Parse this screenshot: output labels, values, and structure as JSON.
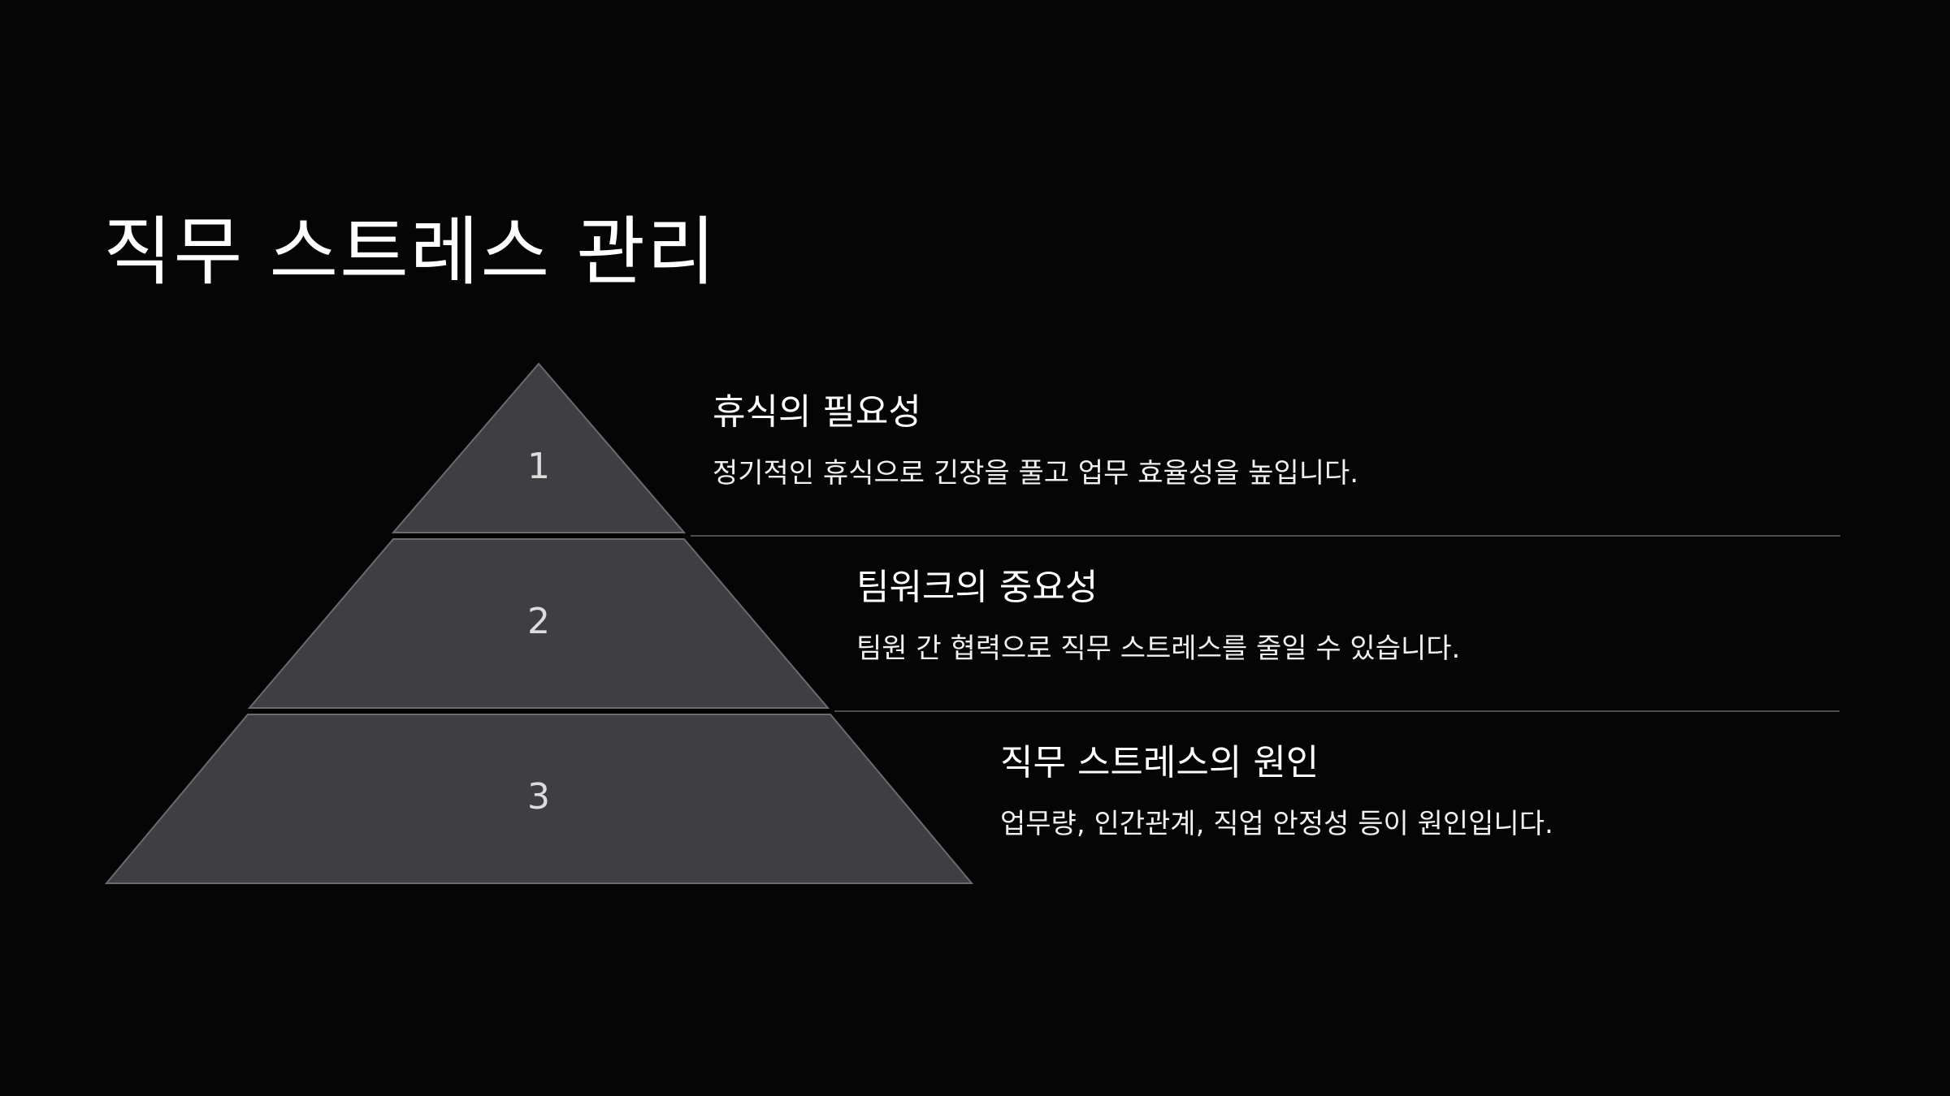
{
  "slide": {
    "title": "직무 스트레스 관리"
  },
  "pyramid": {
    "tiers": [
      {
        "number": "1",
        "heading": "휴식의 필요성",
        "description": "정기적인 휴식으로 긴장을 풀고 업무 효율성을 높입니다."
      },
      {
        "number": "2",
        "heading": "팀워크의 중요성",
        "description": "팀원 간 협력으로 직무 스트레스를 줄일 수 있습니다."
      },
      {
        "number": "3",
        "heading": "직무 스트레스의 원인",
        "description": "업무량, 인간관계, 직업 안정성 등이 원인입니다."
      }
    ]
  },
  "colors": {
    "background": "#050505",
    "tier_fill": "#3f3e43",
    "tier_stroke": "#6a6a70",
    "text": "#ffffff",
    "divider": "#4a4a4f"
  }
}
